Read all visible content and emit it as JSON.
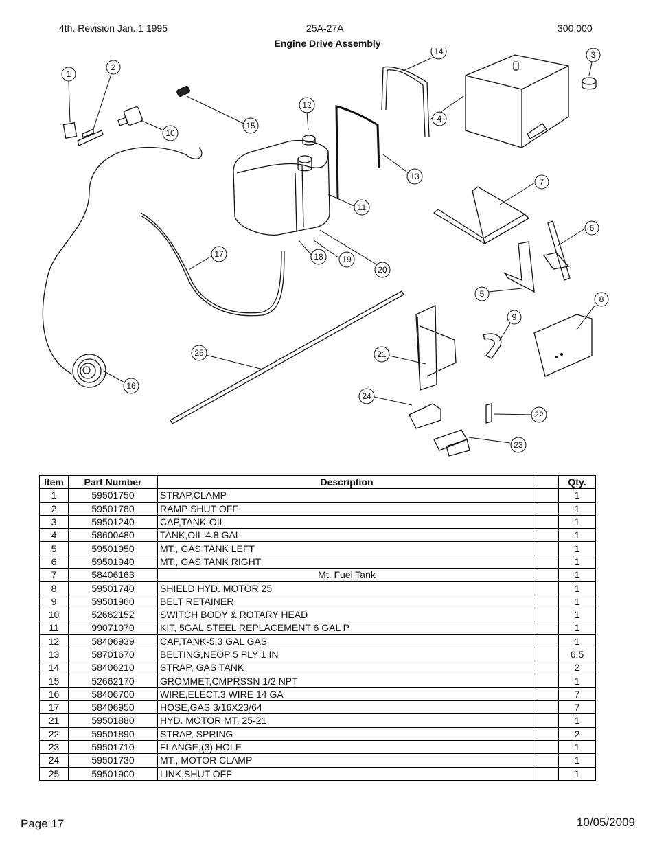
{
  "header": {
    "revision": "4th. Revision Jan. 1 1995",
    "model": "25A-27A",
    "serial": "300,000",
    "title": "Engine Drive Assembly"
  },
  "diagram": {
    "callouts": [
      "1",
      "2",
      "3",
      "4",
      "5",
      "6",
      "7",
      "8",
      "9",
      "10",
      "11",
      "12",
      "13",
      "14",
      "15",
      "16",
      "17",
      "18",
      "19",
      "20",
      "21",
      "22",
      "23",
      "24",
      "25"
    ]
  },
  "table": {
    "headers": [
      "Item",
      "Part Number",
      "Description",
      "",
      "Qty."
    ],
    "rows": [
      {
        "item": "1",
        "part": "59501750",
        "desc": "STRAP,CLAMP",
        "qty": "1"
      },
      {
        "item": "2",
        "part": "59501780",
        "desc": "RAMP SHUT OFF",
        "qty": "1"
      },
      {
        "item": "3",
        "part": "59501240",
        "desc": "CAP,TANK-OIL",
        "qty": "1"
      },
      {
        "item": "4",
        "part": "58600480",
        "desc": "TANK,OIL 4.8 GAL",
        "qty": "1"
      },
      {
        "item": "5",
        "part": "59501950",
        "desc": "MT., GAS TANK LEFT",
        "qty": "1"
      },
      {
        "item": "6",
        "part": "59501940",
        "desc": "MT., GAS TANK RIGHT",
        "qty": "1"
      },
      {
        "item": "7",
        "part": "58406163",
        "desc": "Mt. Fuel Tank",
        "qty": "1"
      },
      {
        "item": "8",
        "part": "59501740",
        "desc": "SHIELD HYD. MOTOR 25",
        "qty": "1"
      },
      {
        "item": "9",
        "part": "59501960",
        "desc": "BELT RETAINER",
        "qty": "1"
      },
      {
        "item": "10",
        "part": "52662152",
        "desc": "SWITCH BODY & ROTARY HEAD",
        "qty": "1"
      },
      {
        "item": "11",
        "part": "99071070",
        "desc": "KIT, 5GAL STEEL REPLACEMENT 6 GAL P",
        "qty": "1"
      },
      {
        "item": "12",
        "part": "58406939",
        "desc": "CAP,TANK-5.3 GAL GAS",
        "qty": "1"
      },
      {
        "item": "13",
        "part": "58701670",
        "desc": "BELTING,NEOP 5 PLY 1 IN",
        "qty": "6.5"
      },
      {
        "item": "14",
        "part": "58406210",
        "desc": "STRAP, GAS TANK",
        "qty": "2"
      },
      {
        "item": "15",
        "part": "52662170",
        "desc": "GROMMET,CMPRSSN 1/2 NPT",
        "qty": "1"
      },
      {
        "item": "16",
        "part": "58406700",
        "desc": "WIRE,ELECT.3 WIRE 14 GA",
        "qty": "7"
      },
      {
        "item": "17",
        "part": "58406950",
        "desc": "HOSE,GAS 3/16X23/64",
        "qty": "7"
      },
      {
        "item": "21",
        "part": "59501880",
        "desc": "HYD. MOTOR MT. 25-21",
        "qty": "1"
      },
      {
        "item": "22",
        "part": "59501890",
        "desc": "STRAP, SPRING",
        "qty": "2"
      },
      {
        "item": "23",
        "part": "59501710",
        "desc": "FLANGE,(3) HOLE",
        "qty": "1"
      },
      {
        "item": "24",
        "part": "59501730",
        "desc": "MT., MOTOR CLAMP",
        "qty": "1"
      },
      {
        "item": "25",
        "part": "59501900",
        "desc": "LINK,SHUT OFF",
        "qty": "1"
      }
    ]
  },
  "footer": {
    "page": "Page 17",
    "date": "10/05/2009"
  }
}
